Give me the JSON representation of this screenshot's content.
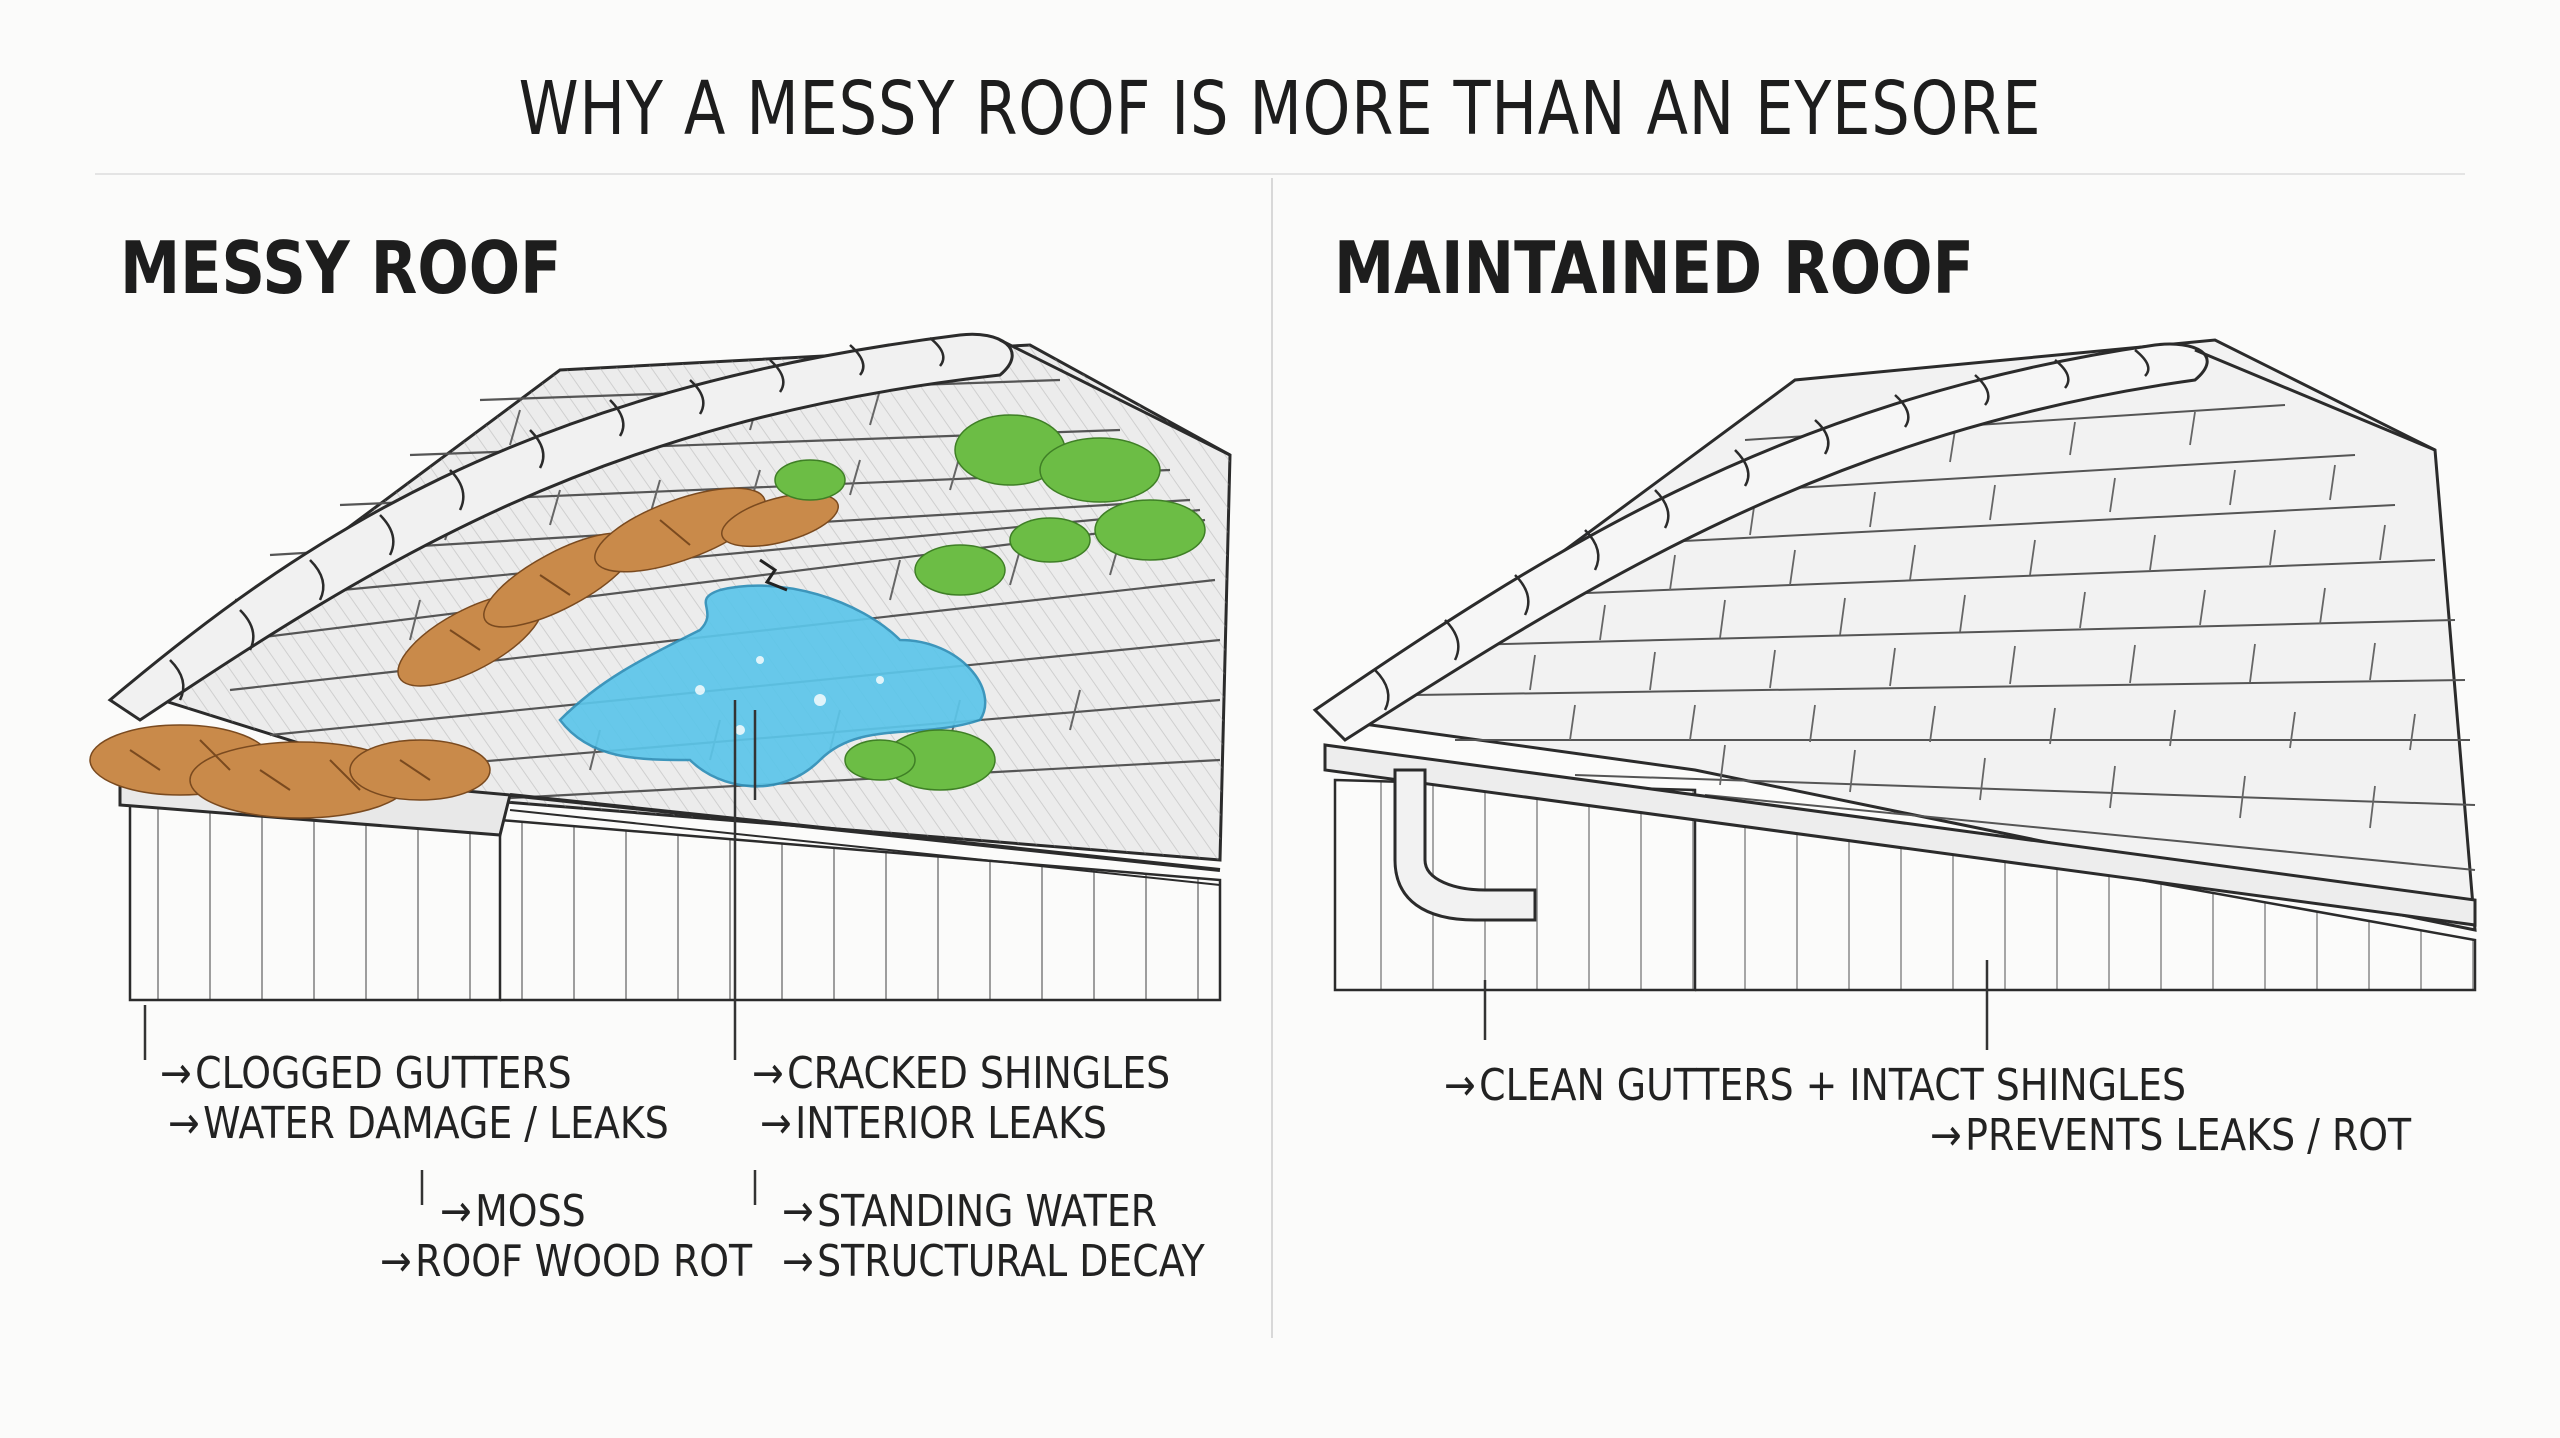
{
  "title": "WHY A MESSY ROOF IS MORE THAN AN EYESORE",
  "panels": {
    "left": {
      "heading": "MESSY ROOF",
      "labels": [
        "CLOGGED GUTTERS",
        "WATER DAMAGE / LEAKS",
        "CRACKED SHINGLES",
        "INTERIOR LEAKS",
        "MOSS",
        "ROOF WOOD ROT",
        "STANDING WATER",
        "STRUCTURAL DECAY"
      ]
    },
    "right": {
      "heading": "MAINTAINED ROOF",
      "labels": [
        "CLEAN GUTTERS + INTACT SHINGLES",
        "PREVENTS LEAKS / ROT"
      ]
    }
  },
  "arrow": "→",
  "colors": {
    "ink": "#222222",
    "leaves": "#c98a4a",
    "moss": "#6cbd45",
    "water": "#5cc6ea",
    "paper": "#fbfbfa"
  },
  "icons": [
    "arrow-icon",
    "leaves-icon",
    "moss-icon",
    "water-puddle-icon",
    "downspout-icon"
  ]
}
